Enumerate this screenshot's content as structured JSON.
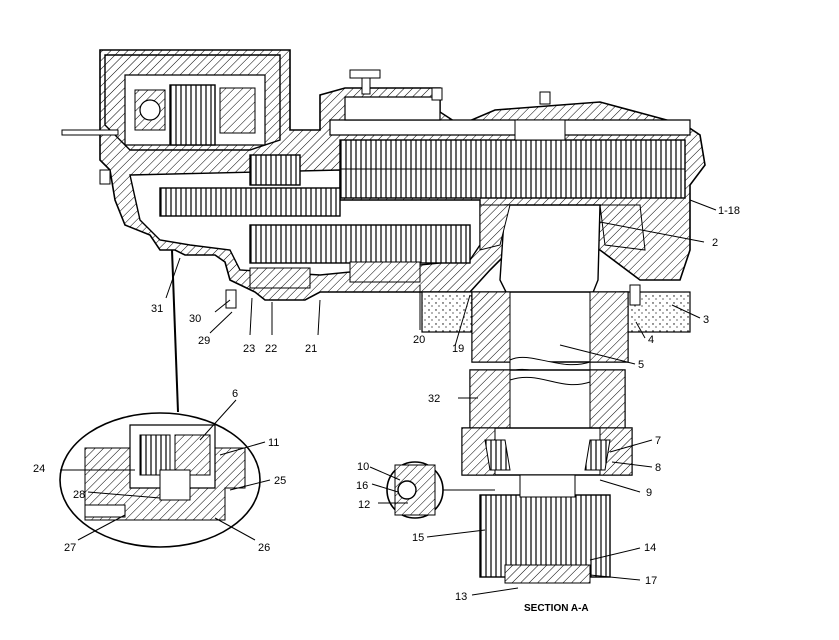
{
  "caption": "SECTION  A-A",
  "callouts": [
    {
      "id": "c-1-18",
      "text": "1-18"
    },
    {
      "id": "c-2",
      "text": "2"
    },
    {
      "id": "c-3",
      "text": "3"
    },
    {
      "id": "c-4",
      "text": "4"
    },
    {
      "id": "c-5",
      "text": "5"
    },
    {
      "id": "c-6",
      "text": "6"
    },
    {
      "id": "c-7",
      "text": "7"
    },
    {
      "id": "c-8",
      "text": "8"
    },
    {
      "id": "c-9",
      "text": "9"
    },
    {
      "id": "c-10",
      "text": "10"
    },
    {
      "id": "c-11",
      "text": "11"
    },
    {
      "id": "c-12",
      "text": "12"
    },
    {
      "id": "c-13",
      "text": "13"
    },
    {
      "id": "c-14",
      "text": "14"
    },
    {
      "id": "c-15",
      "text": "15"
    },
    {
      "id": "c-16",
      "text": "16"
    },
    {
      "id": "c-17",
      "text": "17"
    },
    {
      "id": "c-19",
      "text": "19"
    },
    {
      "id": "c-20",
      "text": "20"
    },
    {
      "id": "c-21",
      "text": "21"
    },
    {
      "id": "c-22",
      "text": "22"
    },
    {
      "id": "c-23",
      "text": "23"
    },
    {
      "id": "c-24",
      "text": "24"
    },
    {
      "id": "c-25",
      "text": "25"
    },
    {
      "id": "c-26",
      "text": "26"
    },
    {
      "id": "c-27",
      "text": "27"
    },
    {
      "id": "c-28",
      "text": "28"
    },
    {
      "id": "c-29",
      "text": "29"
    },
    {
      "id": "c-30",
      "text": "30"
    },
    {
      "id": "c-31",
      "text": "31"
    },
    {
      "id": "c-32",
      "text": "32"
    }
  ]
}
